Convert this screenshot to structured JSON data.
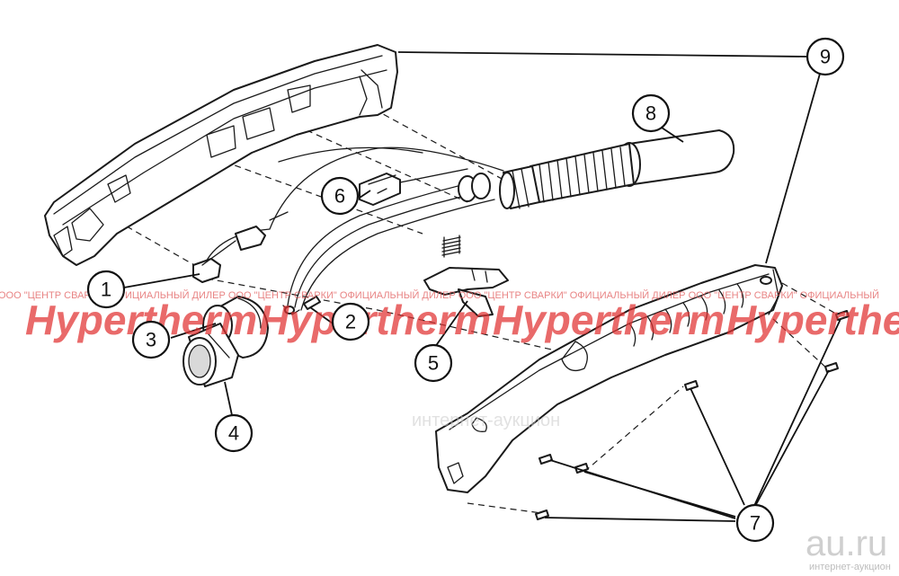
{
  "diagram": {
    "callouts": {
      "c1": "1",
      "c2": "2",
      "c3": "3",
      "c4": "4",
      "c5": "5",
      "c6": "6",
      "c7": "7",
      "c8": "8",
      "c9": "9"
    }
  },
  "watermarks": {
    "brand_left": "Hypertherm",
    "brand_middle": "Hypertherm",
    "brand_right": "Hypertherm",
    "brand_far_right": "Hypertherm",
    "dealer_line": "ООО \"ЦЕНТР СВАРКИ\" ОФИЦИАЛЬНЫЙ ДИЛЕР ООО \"ЦЕНТР СВАРКИ\" ОФИЦИАЛЬНЫЙ ДИЛЕР ООО \"ЦЕНТР СВАРКИ\" ОФИЦИАЛЬНЫЙ ДИЛЕР ООО \"ЦЕНТР СВАРКИ\" ОФИЦИАЛЬНЫЙ",
    "auction_faint": "интернет-аукцион",
    "site_logo": "au.ru",
    "site_tagline": "интернет-аукцион"
  },
  "colors": {
    "line": "#1a1a1a",
    "watermark_red": "#e03030",
    "background": "#ffffff"
  }
}
